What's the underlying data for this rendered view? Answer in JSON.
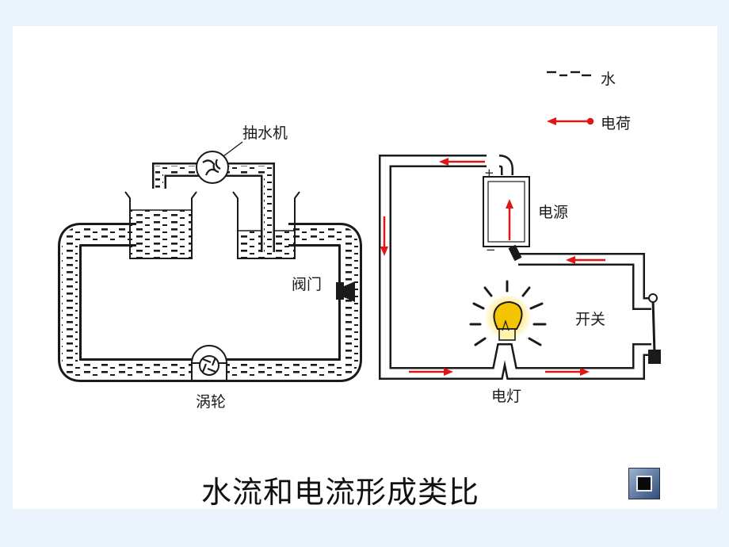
{
  "legend": {
    "water": "水",
    "charge": "电荷"
  },
  "labels": {
    "pump": "抽水机",
    "valve": "阀门",
    "turbine": "涡轮",
    "power_source": "电源",
    "switch": "开关",
    "lamp": "电灯",
    "plus": "+",
    "minus": "−"
  },
  "title": "水流和电流形成类比",
  "colors": {
    "charge_arrow": "#e01515",
    "wire": "#1a1a1a",
    "bulb": "#f5c400"
  },
  "icons": {
    "pump": "pump-icon",
    "turbine": "turbine-icon",
    "nav": "stop-button-icon"
  }
}
